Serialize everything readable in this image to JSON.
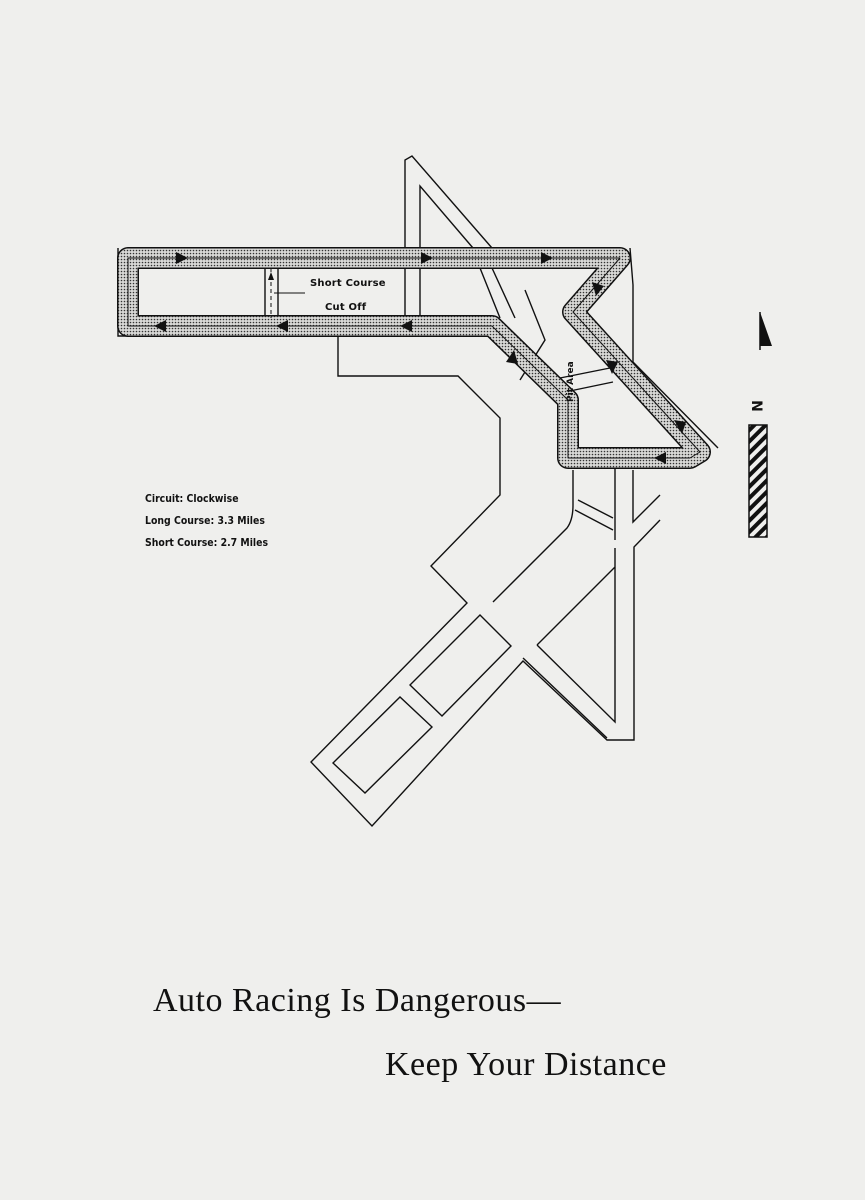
{
  "map": {
    "short_course_label": "Short Course",
    "cut_off_label": "Cut Off",
    "pit_area_label": "Pit Area",
    "north_label": "N",
    "track_color": "#9a9a9a",
    "road_color": "#111111"
  },
  "legend": {
    "circuit": "Circuit: Clockwise",
    "long_course": "Long Course: 3.3 Miles",
    "short_course": "Short Course: 2.7 Miles"
  },
  "warning": {
    "line1": "Auto Racing Is Dangerous—",
    "line2": "Keep Your Distance"
  }
}
